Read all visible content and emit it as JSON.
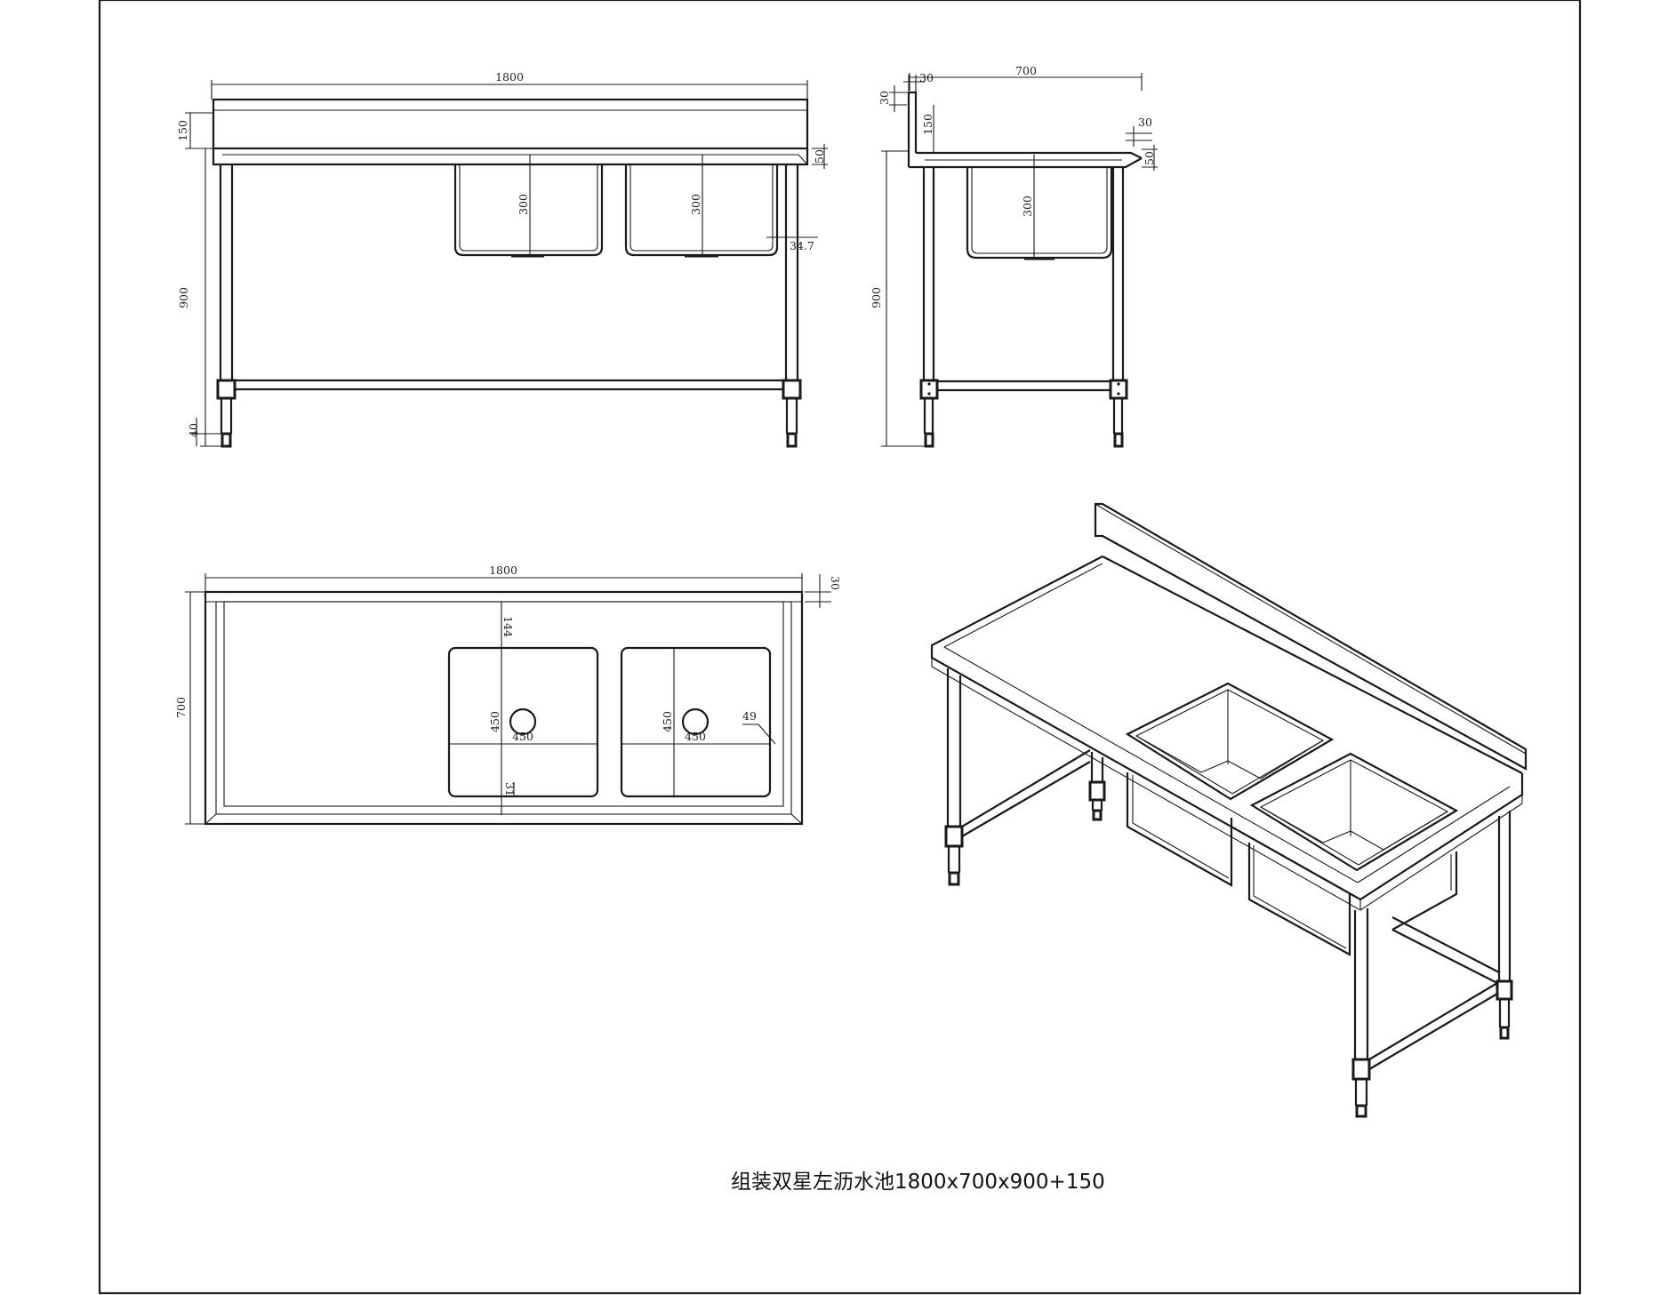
{
  "caption": "组装双星左沥水池1800x700x900+150",
  "front_view": {
    "width": "1800",
    "backsplash": "150",
    "height": "900",
    "edge": "50",
    "sink_depth_1": "300",
    "sink_depth_2": "300",
    "leg_offset": "34.7",
    "foot": "40"
  },
  "side_view": {
    "depth": "700",
    "lip_top": "30",
    "lip_top_w": "30",
    "backsplash": "150",
    "front_lip": "30",
    "edge": "50",
    "sink_depth": "300",
    "height": "900"
  },
  "top_view": {
    "width": "1800",
    "depth": "700",
    "rim": "30",
    "back_offset": "144",
    "sink1_h": "450",
    "sink1_w": "450",
    "sink2_h": "450",
    "sink2_w": "450",
    "side_gap": "49",
    "front_gap": "31"
  },
  "colors": {
    "line": "#1a1a1a",
    "background": "#ffffff"
  }
}
